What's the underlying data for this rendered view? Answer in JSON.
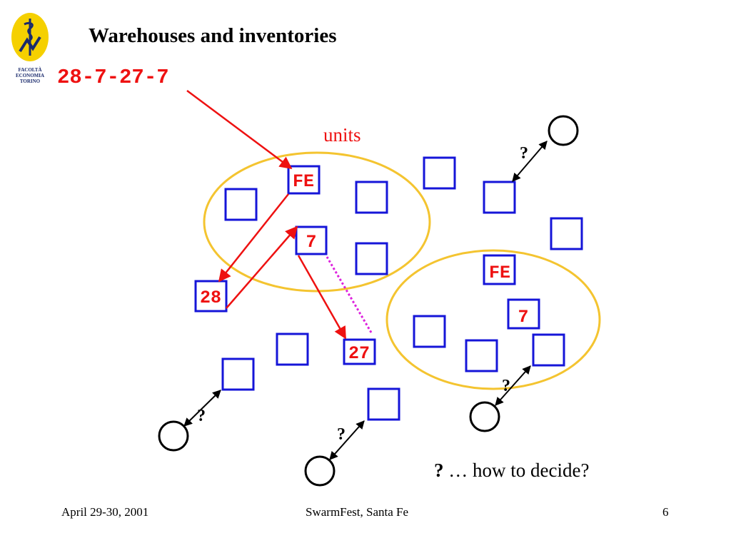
{
  "slide": {
    "title": "Warehouses and inventories",
    "sequence": "28-7-27-7",
    "units_label": "units",
    "legend_symbol": "?",
    "legend_text": " … how to decide?"
  },
  "logo": {
    "line1": "FACOLTÀ",
    "line2": "ECONOMIA",
    "line3": "TORINO"
  },
  "diagram": {
    "box_labels": {
      "fe_left": "FE",
      "seven_left": "7",
      "twenty_eight": "28",
      "twenty_seven": "27",
      "fe_right": "FE",
      "seven_right": "7"
    },
    "question_mark": "?"
  },
  "footer": {
    "date": "April 29-30, 2001",
    "event": "SwarmFest, Santa Fe",
    "page": "6"
  },
  "colors": {
    "box_border": "#1515d8",
    "ellipse": "#f4c430",
    "arrow_red": "#ee1111",
    "dotted_magenta": "#dd22dd",
    "logo_yellow": "#f5d000"
  }
}
